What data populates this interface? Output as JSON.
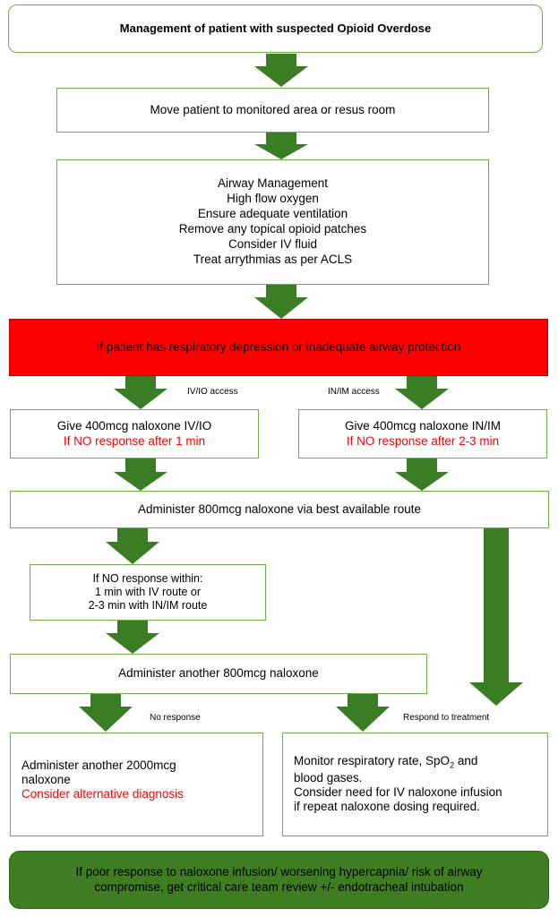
{
  "title": "Management of patient with suspected Opioid Overdose",
  "step_move": "Move patient to monitored area or resus room",
  "airway_lines": [
    "Airway Management",
    "High flow oxygen",
    "Ensure adequate ventilation",
    "Remove any topical opioid patches",
    "Consider IV fluid",
    "Treat arrythmias as per ACLS"
  ],
  "red_banner": "If patient has respiratory depression or inadequate airway protection",
  "label_iv": "IV/IO access",
  "label_in": "IN/IM access",
  "iv_box": {
    "line1": "Give 400mcg naloxone IV/IO",
    "line2": "If NO response after 1 min"
  },
  "in_box": {
    "line1": "Give 400mcg naloxone IN/IM",
    "line2": "If NO response after 2-3 min"
  },
  "administer_800": "Administer 800mcg naloxone via best available route",
  "no_response_within": {
    "line1": "If NO response within:",
    "line2": "1 min with IV route or",
    "line3": "2-3 min with IN/IM route"
  },
  "administer_another_800": "Administer another 800mcg naloxone",
  "label_no_response": "No response",
  "label_respond": "Respond to treatment",
  "box_2000": {
    "line1": "Administer another 2000mcg",
    "line2": "naloxone",
    "line3": "Consider alternative diagnosis"
  },
  "monitor_box": {
    "line1_a": "Monitor respiratory rate, SpO",
    "line1_sub": "2",
    "line1_b": " and",
    "line2": "blood gases.",
    "line3": "Consider need for IV naloxone infusion",
    "line4": "if repeat naloxone dosing required."
  },
  "bottom_banner": {
    "line1": "If poor response to naloxone infusion/ worsening hypercapnia/ risk of airway",
    "line2": "compromise, get critical care team review +/- endotracheal intubation"
  },
  "colors": {
    "green_border": "#70ad47",
    "arrow_green": "#3a7d24",
    "red_fill": "#ff0000",
    "dark_green_fill": "#3f7d22",
    "red_text": "#ff0000"
  }
}
